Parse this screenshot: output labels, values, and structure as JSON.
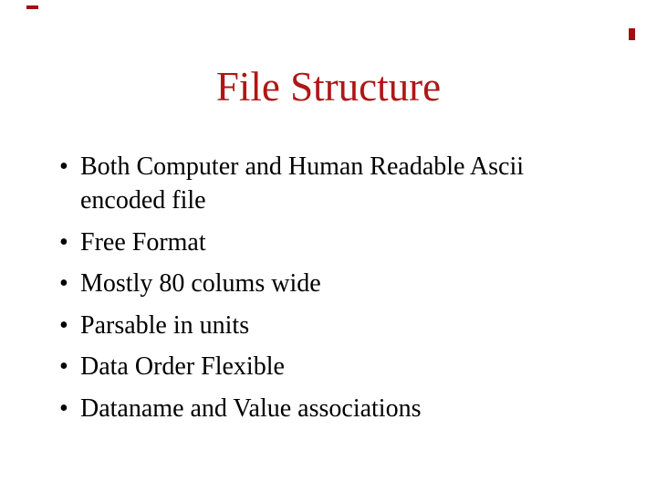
{
  "slide": {
    "title": "File Structure",
    "bullet_glyph": "•",
    "bullets": [
      "Both Computer and Human Readable Ascii encoded file",
      "Free Format",
      "Mostly 80 colums wide",
      "Parsable in units",
      "Data Order Flexible",
      "Dataname and Value associations"
    ]
  },
  "colors": {
    "background": "#ffffff",
    "title": "#b01616",
    "body": "#000000",
    "corner_marks": "#a01010"
  }
}
